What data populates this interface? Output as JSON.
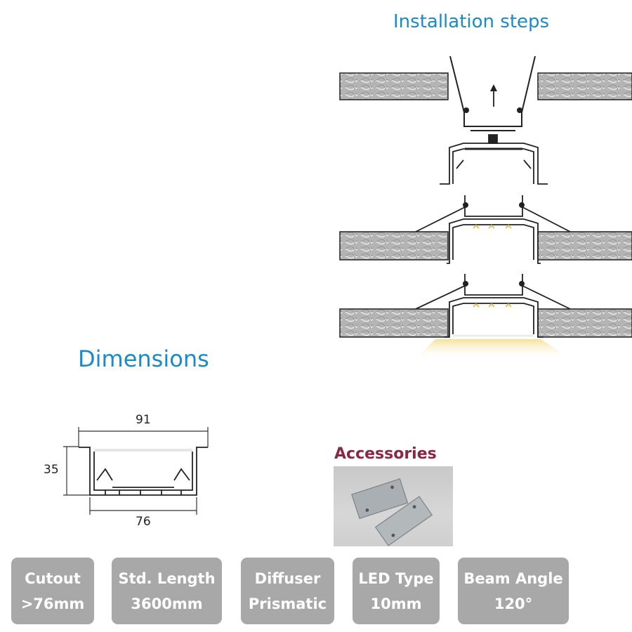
{
  "installation": {
    "title": "Installation steps"
  },
  "dimensions": {
    "title": "Dimensions",
    "width_top": "91",
    "height": "35",
    "width_bottom": "76"
  },
  "accessories": {
    "title": "Accessories",
    "image_icon": "end-cap-plates-photo"
  },
  "specs": [
    {
      "label": "Cutout",
      "value": ">76mm"
    },
    {
      "label": "Std. Length",
      "value": "3600mm"
    },
    {
      "label": "Diffuser",
      "value": "Prismatic"
    },
    {
      "label": "LED Type",
      "value": "10mm"
    },
    {
      "label": "Beam Angle",
      "value": "120°"
    }
  ],
  "colors": {
    "heading_blue": "#1a8bc9",
    "accessories_red": "#8a2745",
    "spec_box_grey": "#a8a8a8",
    "ceiling_board_grey": "#b0b0b0"
  }
}
